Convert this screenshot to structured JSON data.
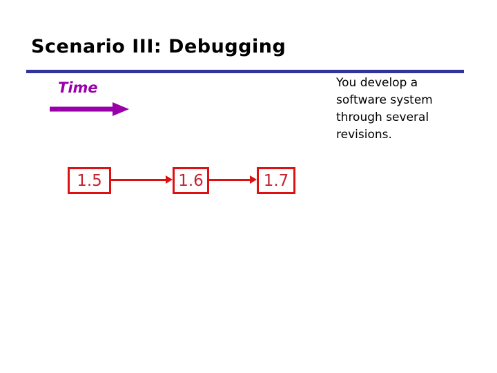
{
  "slide": {
    "title": "Scenario III: Debugging",
    "time_label": "Time",
    "note": "You develop a\nsoftware system\nthrough several\nrevisions.",
    "versions": [
      {
        "label": "1.5"
      },
      {
        "label": "1.6"
      },
      {
        "label": "1.7"
      }
    ],
    "colors": {
      "background": "#ffffff",
      "title_color": "#000000",
      "rule_color": "#333399",
      "accent_purple": "#9900AA",
      "box_border": "#DD1111",
      "box_text": "#C42430"
    }
  }
}
